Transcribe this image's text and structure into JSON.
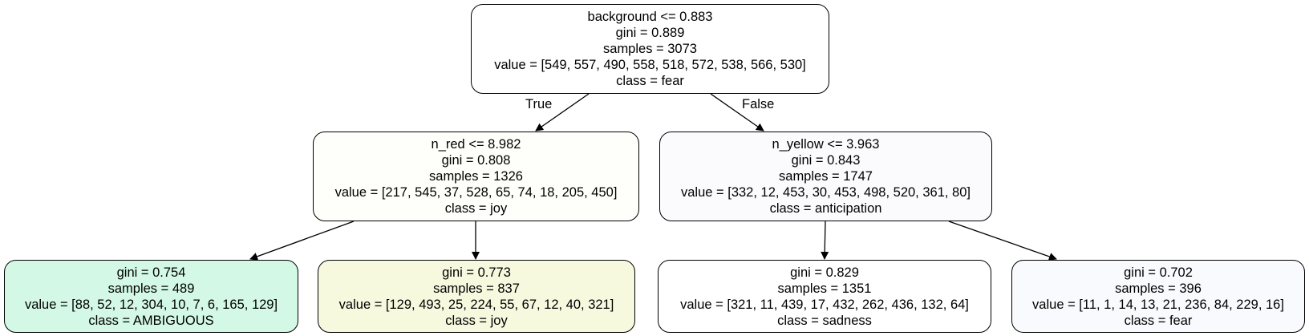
{
  "tree": {
    "nodes": {
      "root": {
        "split": "background <= 0.883",
        "gini": "gini = 0.889",
        "samples": "samples = 3073",
        "value": "value = [549, 557, 490, 558, 518, 572, 538, 566, 530]",
        "class": "class = fear",
        "fill": "#ffffff"
      },
      "left": {
        "split": "n_red <= 8.982",
        "gini": "gini = 0.808",
        "samples": "samples = 1326",
        "value": "value = [217, 545, 37, 528, 65, 74, 18, 205, 450]",
        "class": "class = joy",
        "fill": "#fefefb"
      },
      "right": {
        "split": "n_yellow <= 3.963",
        "gini": "gini = 0.843",
        "samples": "samples = 1747",
        "value": "value = [332, 12, 453, 30, 453, 498, 520, 361, 80]",
        "class": "class = anticipation",
        "fill": "#fbfbfe"
      },
      "leaf_1": {
        "gini": "gini = 0.754",
        "samples": "samples = 489",
        "value": "value = [88, 52, 12, 304, 10, 7, 6, 165, 129]",
        "class": "class = AMBIGUOUS",
        "fill": "#d3f8e5"
      },
      "leaf_2": {
        "gini": "gini = 0.773",
        "samples": "samples = 837",
        "value": "value = [129, 493, 25, 224, 55, 67, 12, 40, 321]",
        "class": "class = joy",
        "fill": "#f6f9de"
      },
      "leaf_3": {
        "gini": "gini = 0.829",
        "samples": "samples = 1351",
        "value": "value = [321, 11, 439, 17, 432, 262, 436, 132, 64]",
        "class": "class = sadness",
        "fill": "#ffffff"
      },
      "leaf_4": {
        "gini": "gini = 0.702",
        "samples": "samples = 396",
        "value": "value = [11, 1, 14, 13, 21, 236, 84, 229, 16]",
        "class": "class = fear",
        "fill": "#f9fafd"
      }
    },
    "edge_labels": {
      "true": "True",
      "false": "False"
    },
    "colors": {
      "edge": "#000000",
      "border": "#000000"
    }
  }
}
